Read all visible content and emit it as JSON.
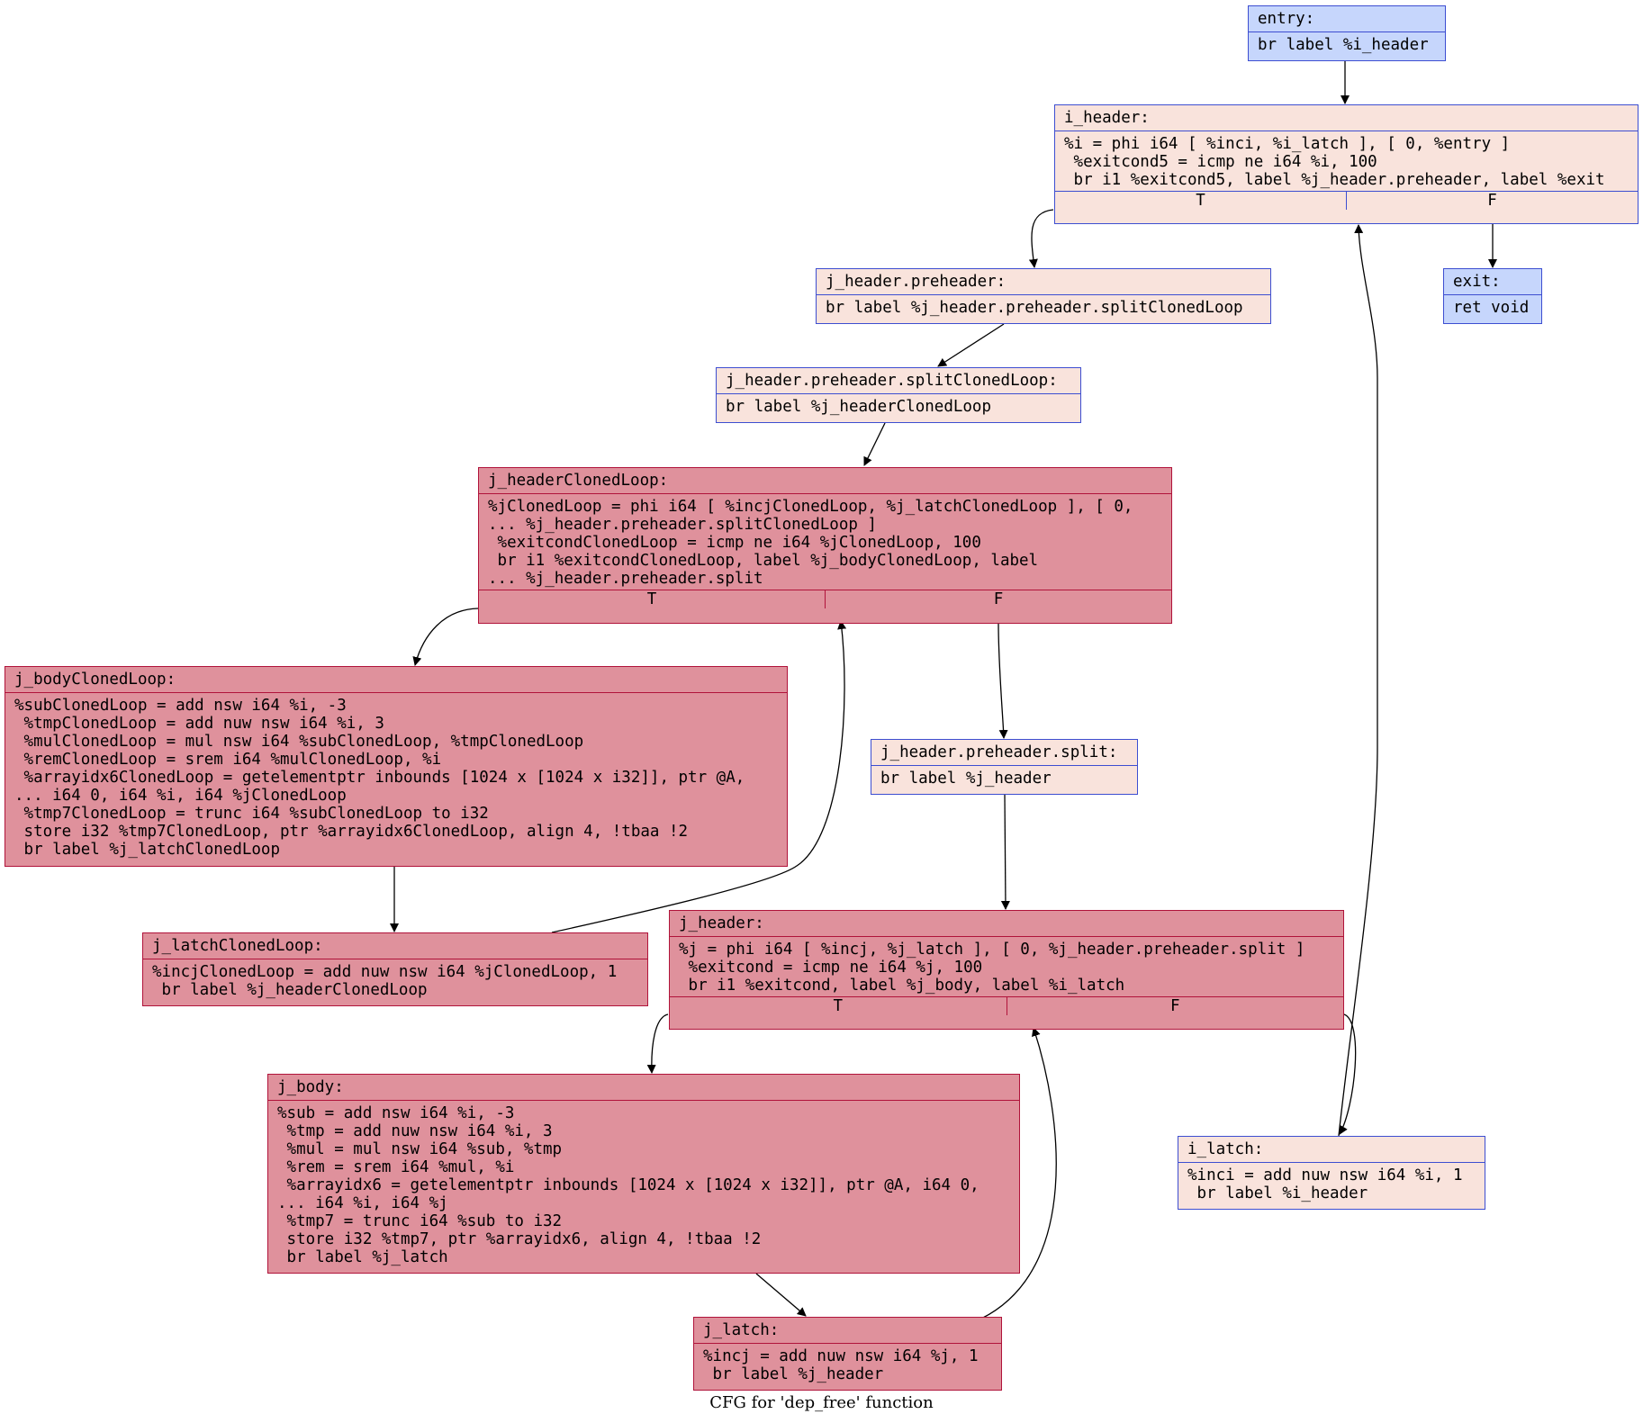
{
  "caption": "CFG for 'dep_free' function",
  "nodes": {
    "entry": {
      "title": "entry:",
      "body": "br label %i_header"
    },
    "i_header": {
      "title": "i_header:",
      "body": "%i = phi i64 [ %inci, %i_latch ], [ 0, %entry ]\n %exitcond5 = icmp ne i64 %i, 100\n br i1 %exitcond5, label %j_header.preheader, label %exit",
      "true_label": "T",
      "false_label": "F"
    },
    "exit": {
      "title": "exit:",
      "body": "ret void"
    },
    "j_header_preheader": {
      "title": "j_header.preheader:",
      "body": "br label %j_header.preheader.splitClonedLoop"
    },
    "j_header_preheader_splitClonedLoop": {
      "title": "j_header.preheader.splitClonedLoop:",
      "body": "br label %j_headerClonedLoop"
    },
    "j_headerClonedLoop": {
      "title": "j_headerClonedLoop:",
      "body": "%jClonedLoop = phi i64 [ %incjClonedLoop, %j_latchClonedLoop ], [ 0,\n... %j_header.preheader.splitClonedLoop ]\n %exitcondClonedLoop = icmp ne i64 %jClonedLoop, 100\n br i1 %exitcondClonedLoop, label %j_bodyClonedLoop, label\n... %j_header.preheader.split",
      "true_label": "T",
      "false_label": "F"
    },
    "j_bodyClonedLoop": {
      "title": "j_bodyClonedLoop:",
      "body": "%subClonedLoop = add nsw i64 %i, -3\n %tmpClonedLoop = add nuw nsw i64 %i, 3\n %mulClonedLoop = mul nsw i64 %subClonedLoop, %tmpClonedLoop\n %remClonedLoop = srem i64 %mulClonedLoop, %i\n %arrayidx6ClonedLoop = getelementptr inbounds [1024 x [1024 x i32]], ptr @A,\n... i64 0, i64 %i, i64 %jClonedLoop\n %tmp7ClonedLoop = trunc i64 %subClonedLoop to i32\n store i32 %tmp7ClonedLoop, ptr %arrayidx6ClonedLoop, align 4, !tbaa !2\n br label %j_latchClonedLoop"
    },
    "j_header_preheader_split": {
      "title": "j_header.preheader.split:",
      "body": "br label %j_header"
    },
    "j_latchClonedLoop": {
      "title": "j_latchClonedLoop:",
      "body": "%incjClonedLoop = add nuw nsw i64 %jClonedLoop, 1\n br label %j_headerClonedLoop"
    },
    "j_header": {
      "title": "j_header:",
      "body": "%j = phi i64 [ %incj, %j_latch ], [ 0, %j_header.preheader.split ]\n %exitcond = icmp ne i64 %j, 100\n br i1 %exitcond, label %j_body, label %i_latch",
      "true_label": "T",
      "false_label": "F"
    },
    "j_body": {
      "title": "j_body:",
      "body": "%sub = add nsw i64 %i, -3\n %tmp = add nuw nsw i64 %i, 3\n %mul = mul nsw i64 %sub, %tmp\n %rem = srem i64 %mul, %i\n %arrayidx6 = getelementptr inbounds [1024 x [1024 x i32]], ptr @A, i64 0,\n... i64 %i, i64 %j\n %tmp7 = trunc i64 %sub to i32\n store i32 %tmp7, ptr %arrayidx6, align 4, !tbaa !2\n br label %j_latch"
    },
    "i_latch": {
      "title": "i_latch:",
      "body": "%inci = add nuw nsw i64 %i, 1\n br label %i_header"
    },
    "j_latch": {
      "title": "j_latch:",
      "body": "%incj = add nuw nsw i64 %j, 1\n br label %j_header"
    }
  },
  "colors": {
    "hot_fill": "#df919c",
    "hot_border": "#b0133a",
    "light_fill": "#f9e3dc",
    "blue_fill": "#c6d6fc",
    "border": "#3d4ed1"
  }
}
